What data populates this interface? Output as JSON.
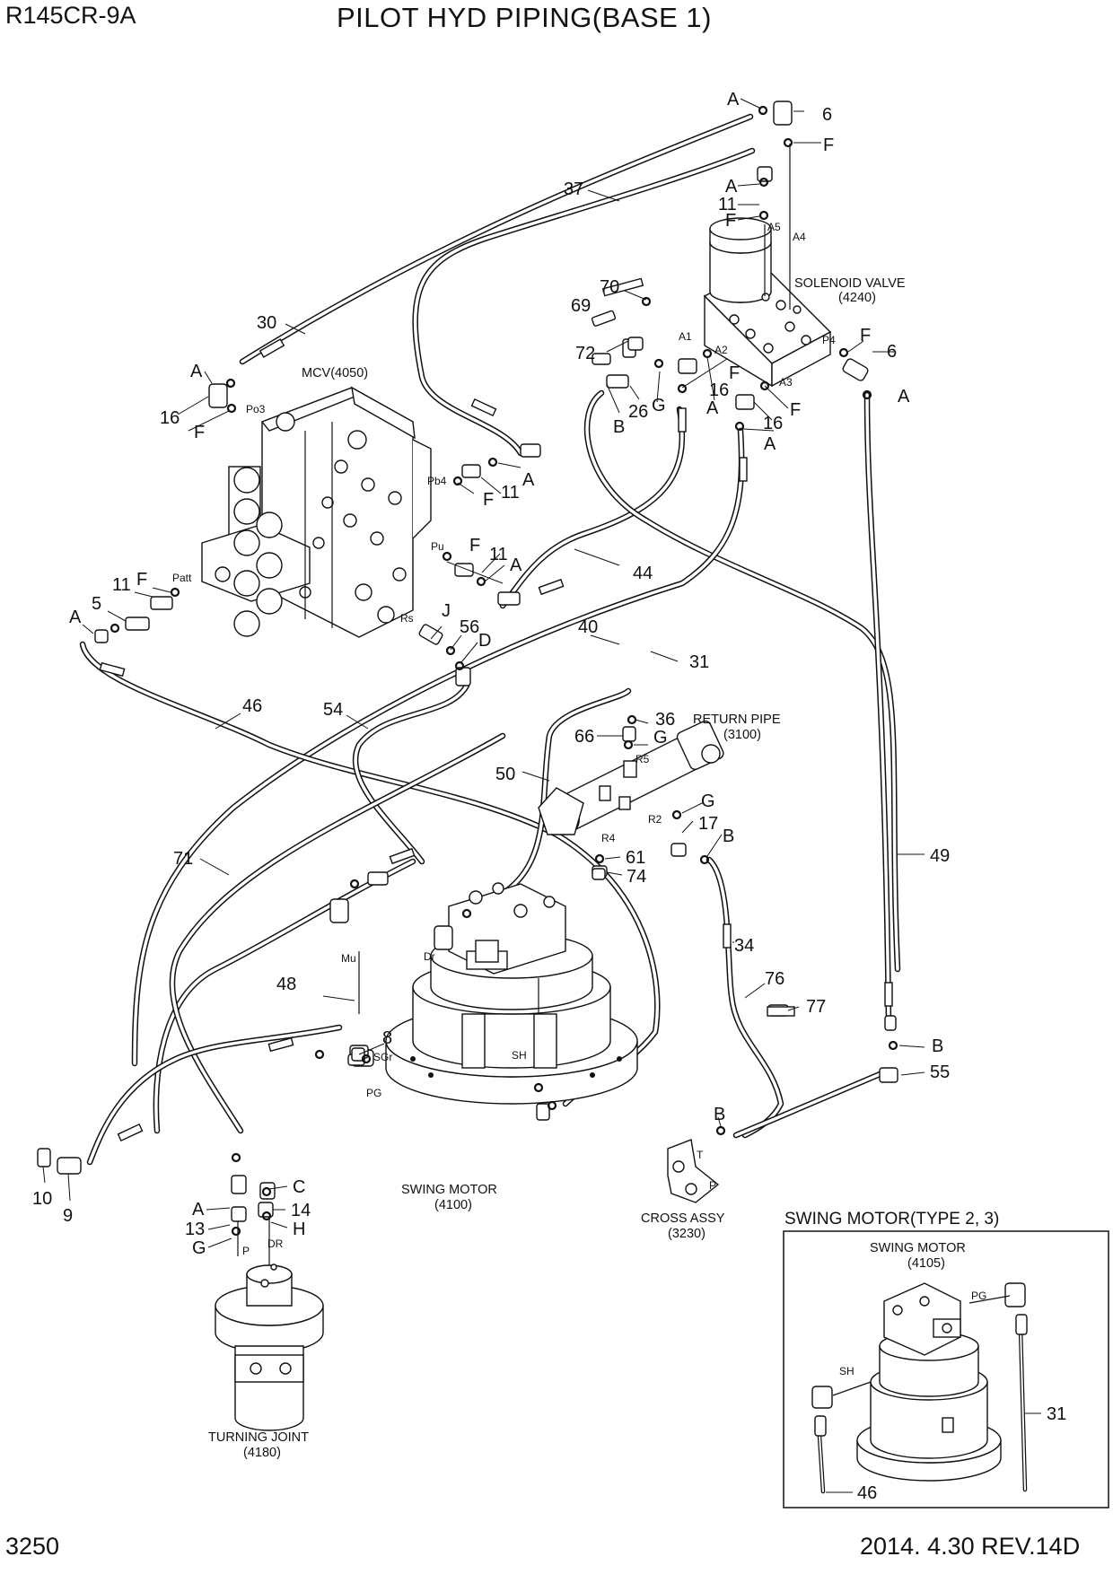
{
  "header": {
    "model": "R145CR-9A",
    "title": "PILOT HYD PIPING(BASE 1)"
  },
  "footer": {
    "page": "3250",
    "revision": "2014. 4.30  REV.14D"
  },
  "components": {
    "mcv": "MCV(4050)",
    "solenoid_name": "SOLENOID VALVE",
    "solenoid_code": "(4240)",
    "return_name": "RETURN PIPE",
    "return_code": "(3100)",
    "swing_name": "SWING MOTOR",
    "swing_code": "(4100)",
    "cross_name": "CROSS ASSY",
    "cross_code": "(3230)",
    "turning_name": "TURNING JOINT",
    "turning_code": "(4180)"
  },
  "inset": {
    "title": "SWING MOTOR(TYPE 2, 3)",
    "motor_name": "SWING MOTOR",
    "motor_code": "(4105)",
    "port_pg": "PG",
    "port_sh": "SH",
    "callout_31": "31",
    "callout_46": "46"
  },
  "ports": {
    "a1": "A1",
    "a2": "A2",
    "a3": "A3",
    "a4": "A4",
    "a5": "A5",
    "p4": "P4",
    "po3": "Po3",
    "pb4": "Pb4",
    "pu": "Pu",
    "patt": "Patt",
    "rs": "Rs",
    "r5": "R5",
    "r2": "R2",
    "r4": "R4",
    "mu": "Mu",
    "dr_motor": "Dr",
    "sgr": "SGr",
    "pg": "PG",
    "sh": "SH",
    "t": "T",
    "p_cross": "P",
    "p_joint": "P",
    "dr_joint": "DR"
  },
  "callouts": [
    {
      "id": "c0",
      "text": "A"
    },
    {
      "id": "c1",
      "text": "6"
    },
    {
      "id": "c2",
      "text": "F"
    },
    {
      "id": "c3",
      "text": "37"
    },
    {
      "id": "c4",
      "text": "A"
    },
    {
      "id": "c5",
      "text": "11"
    },
    {
      "id": "c6",
      "text": "F"
    },
    {
      "id": "c7",
      "text": "70"
    },
    {
      "id": "c8",
      "text": "69"
    },
    {
      "id": "c9",
      "text": "30"
    },
    {
      "id": "c10",
      "text": "F"
    },
    {
      "id": "c11",
      "text": "6"
    },
    {
      "id": "c12",
      "text": "72"
    },
    {
      "id": "c13",
      "text": "A"
    },
    {
      "id": "c14",
      "text": "16"
    },
    {
      "id": "c15",
      "text": "F"
    },
    {
      "id": "c16",
      "text": "26"
    },
    {
      "id": "c17",
      "text": "G"
    },
    {
      "id": "c18",
      "text": "B"
    },
    {
      "id": "c19",
      "text": "A"
    },
    {
      "id": "c20",
      "text": "F"
    },
    {
      "id": "c21",
      "text": "16"
    },
    {
      "id": "c22",
      "text": "A"
    },
    {
      "id": "c23",
      "text": "F"
    },
    {
      "id": "c24",
      "text": "16"
    },
    {
      "id": "c25",
      "text": "A"
    },
    {
      "id": "c26",
      "text": "A"
    },
    {
      "id": "c27",
      "text": "F"
    },
    {
      "id": "c28",
      "text": "11"
    },
    {
      "id": "c29",
      "text": "F"
    },
    {
      "id": "c30",
      "text": "11"
    },
    {
      "id": "c31",
      "text": "A"
    },
    {
      "id": "c32",
      "text": "44"
    },
    {
      "id": "c33",
      "text": "11"
    },
    {
      "id": "c34",
      "text": "F"
    },
    {
      "id": "c35",
      "text": "5"
    },
    {
      "id": "c36",
      "text": "A"
    },
    {
      "id": "c37",
      "text": "J"
    },
    {
      "id": "c38",
      "text": "56"
    },
    {
      "id": "c39",
      "text": "D"
    },
    {
      "id": "c40",
      "text": "40"
    },
    {
      "id": "c41",
      "text": "31"
    },
    {
      "id": "c42",
      "text": "46"
    },
    {
      "id": "c43",
      "text": "54"
    },
    {
      "id": "c44",
      "text": "36"
    },
    {
      "id": "c45",
      "text": "66"
    },
    {
      "id": "c46",
      "text": "G"
    },
    {
      "id": "c47",
      "text": "50"
    },
    {
      "id": "c48",
      "text": "G"
    },
    {
      "id": "c49",
      "text": "17"
    },
    {
      "id": "c50",
      "text": "B"
    },
    {
      "id": "c51",
      "text": "61"
    },
    {
      "id": "c52",
      "text": "74"
    },
    {
      "id": "c53",
      "text": "49"
    },
    {
      "id": "c54",
      "text": "71"
    },
    {
      "id": "c55",
      "text": "34"
    },
    {
      "id": "c56",
      "text": "76"
    },
    {
      "id": "c57",
      "text": "77"
    },
    {
      "id": "c58",
      "text": "48"
    },
    {
      "id": "c59",
      "text": "8"
    },
    {
      "id": "c60",
      "text": "B"
    },
    {
      "id": "c61",
      "text": "55"
    },
    {
      "id": "c62",
      "text": "B"
    },
    {
      "id": "c63",
      "text": "C"
    },
    {
      "id": "c64",
      "text": "14"
    },
    {
      "id": "c65",
      "text": "H"
    },
    {
      "id": "c66",
      "text": "A"
    },
    {
      "id": "c67",
      "text": "13"
    },
    {
      "id": "c68",
      "text": "G"
    },
    {
      "id": "c69",
      "text": "10"
    },
    {
      "id": "c70",
      "text": "9"
    }
  ]
}
